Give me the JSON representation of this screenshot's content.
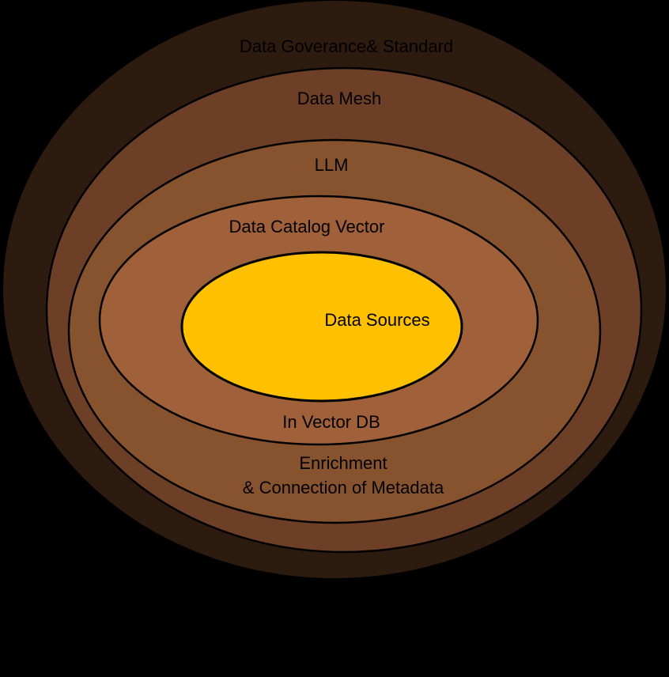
{
  "diagram": {
    "colors": {
      "background": "#000000",
      "outline": "#000000",
      "ring_governance": "#2e1b10",
      "ring_mesh": "#6e3f27",
      "ring_enrichment": "#7b4a2e",
      "ring_llm": "#87532f",
      "ring_catalog": "#a0603a",
      "core_sources": "#ffc000"
    },
    "layers": {
      "governance": "Data Goverance& Standard",
      "mesh": "Data Mesh",
      "llm": "LLM",
      "catalog": "Data Catalog Vector",
      "catalog_bottom": "In Vector DB",
      "sources": "Data Sources",
      "enrichment_line1": "Enrichment",
      "enrichment_line2": "& Connection of Metadata"
    }
  }
}
